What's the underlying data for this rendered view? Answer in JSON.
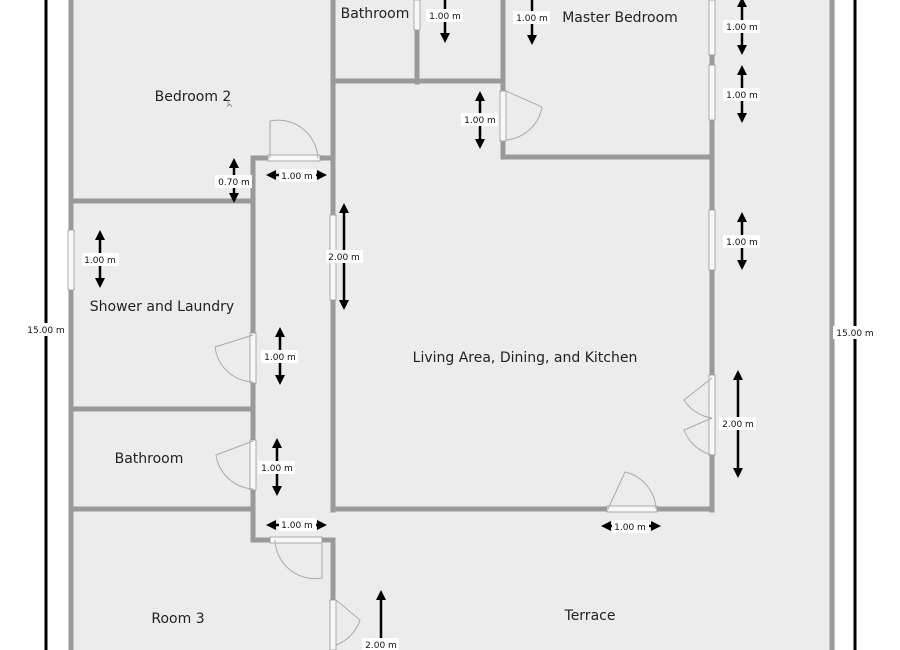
{
  "rooms": {
    "bathroom_top": "Bathroom",
    "master_bedroom": "Master Bedroom",
    "bedroom2": "Bedroom 2",
    "shower_laundry": "Shower and Laundry",
    "living": "Living Area, Dining, and Kitchen",
    "bathroom_left": "Bathroom",
    "room3": "Room 3",
    "terrace": "Terrace"
  },
  "dimensions": {
    "d1": "1.00 m",
    "d2": "1.00 m",
    "d3": "1.00 m",
    "d4": "1.00 m",
    "d5": "1.00 m",
    "d6": "0.70 m",
    "d7": "1.00 m",
    "d8": "2.00 m",
    "d9": "1.00 m",
    "d10": "1.00 m",
    "d11": "1.00 m",
    "d12": "1.00 m",
    "d13": "2.00 m",
    "d14": "1.00 m",
    "d15": "1.00 m",
    "d16": "2.00 m",
    "overall_left": "15.00 m",
    "overall_right": "15.00 m"
  },
  "colors": {
    "floor": "#ececec",
    "wall": "#9a9a9a",
    "outer_wall": "#000000",
    "arrow": "#000000"
  }
}
